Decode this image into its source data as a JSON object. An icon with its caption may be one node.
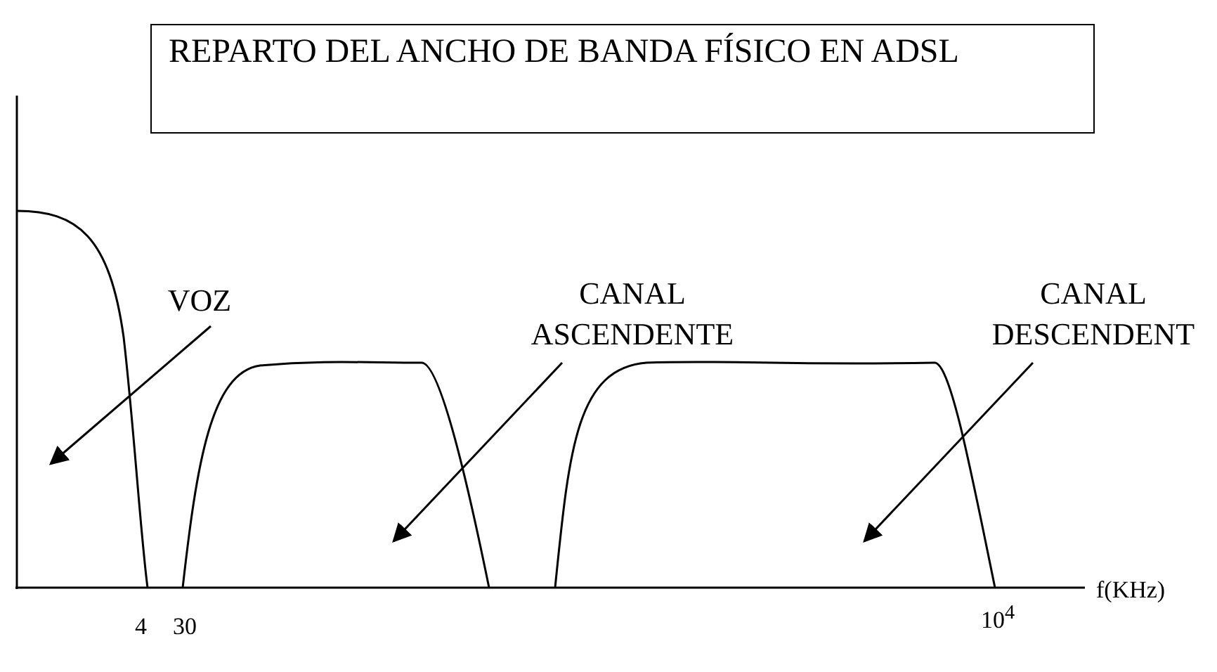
{
  "diagram": {
    "nodes": [
      {
        "text": [
          "REPARTO DEL ANCHO DE BANDA FÍSICO EN ADSL"
        ]
      },
      {
        "text": [
          "VOZ"
        ]
      },
      {
        "text": [
          "CANAL ASCENDENTE"
        ]
      },
      {
        "text": [
          "CANAL DESCENDENT"
        ]
      },
      {
        "text": [],
        "shape": "curve"
      },
      {
        "text": [],
        "shape": "curve"
      },
      {
        "text": [],
        "shape": "curve"
      }
    ],
    "edges": [
      {
        "from": 1,
        "to": 4,
        "arrow": "to"
      },
      {
        "from": 2,
        "to": 5,
        "arrow": "to"
      },
      {
        "from": 3,
        "to": 6,
        "arrow": "to"
      }
    ],
    "labels": [
      "f(KHz)",
      "4",
      "30",
      "10$^{4}$"
    ]
  }
}
